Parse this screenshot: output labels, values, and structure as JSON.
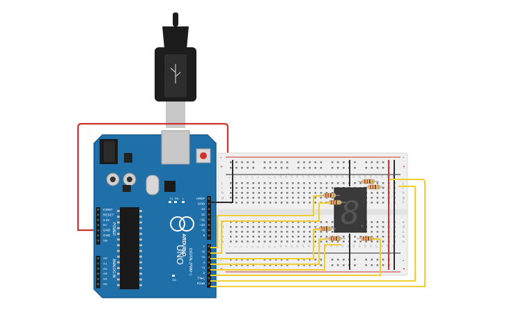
{
  "arduino": {
    "brand": "ARDUINO",
    "model": "UNO",
    "power_header_title": "POWER",
    "analog_header_title": "ANALOG IN",
    "digital_header_title": "DIGITAL (PWM~)",
    "power_pins": [
      "IOREF",
      "RESET",
      "3.3V",
      "5V",
      "GND",
      "GND",
      "Vin"
    ],
    "analog_pins": [
      "A0",
      "A1",
      "A2",
      "A3",
      "A4",
      "A5"
    ],
    "digital_top_pins": [
      "AREF",
      "GND",
      "13",
      "12",
      "~11",
      "~10",
      "~9",
      "8"
    ],
    "digital_bottom_pins": [
      "7",
      "~6",
      "~5",
      "4",
      "~3",
      "2",
      "TX▸1",
      "RX◂0"
    ],
    "led_labels": [
      "TX",
      "RX",
      "L"
    ],
    "on_label": "ON"
  },
  "breadboard": {
    "row_letters_top": [
      "j",
      "i",
      "h",
      "g",
      "f"
    ],
    "row_letters_bottom": [
      "e",
      "d",
      "c",
      "b",
      "a"
    ],
    "rail_plus": "+",
    "rail_minus": "-",
    "column_numbers": [
      "1",
      "2",
      "3",
      "4",
      "5",
      "6",
      "7",
      "8",
      "9",
      "10",
      "11",
      "12",
      "13",
      "14",
      "15",
      "16",
      "17",
      "18",
      "19",
      "20",
      "21",
      "22",
      "23",
      "24",
      "25",
      "26",
      "27",
      "28",
      "29",
      "30"
    ]
  },
  "display": {
    "digit": "8"
  },
  "colors": {
    "board": "#1f6fa8",
    "board_edge": "#175b8c",
    "wire_red": "#d0302e",
    "wire_yellow": "#f2cd2c",
    "wire_black": "#2b2b2b",
    "breadboard": "#efefef"
  }
}
